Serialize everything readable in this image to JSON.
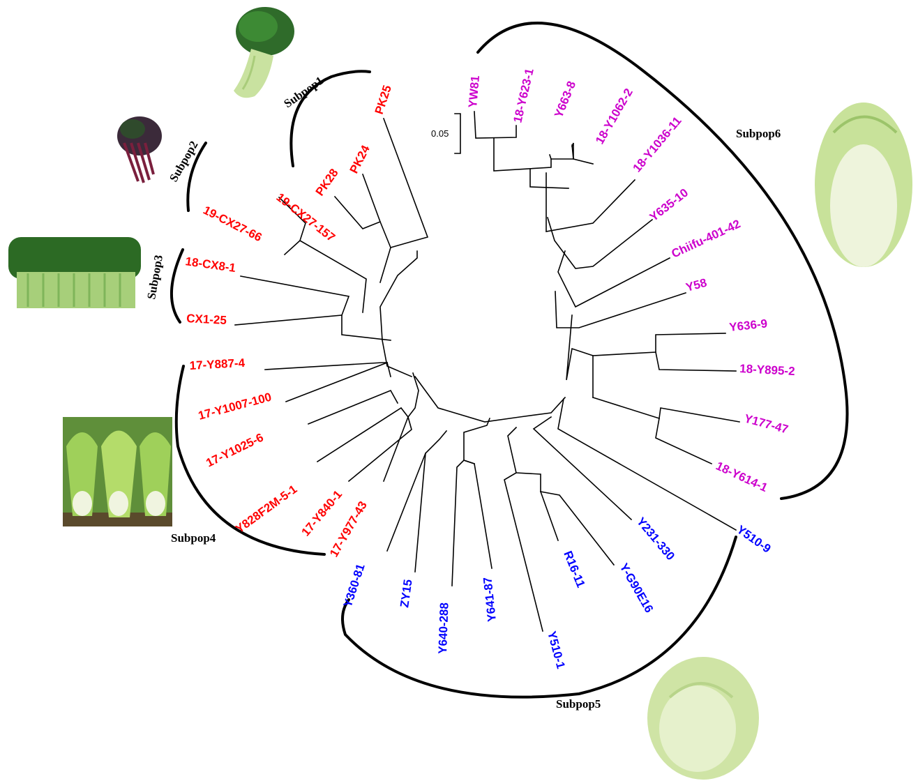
{
  "colors": {
    "subpop1_4": "#ff0000",
    "subpop5": "#0000ff",
    "subpop6": "#cc00cc",
    "branch": "#000000",
    "background": "#ffffff"
  },
  "scale_bar": {
    "label": "0.05"
  },
  "subpopulations": [
    {
      "id": "s1",
      "label": "Subpop1",
      "color": "#ff0000"
    },
    {
      "id": "s2",
      "label": "Subpop2",
      "color": "#ff0000"
    },
    {
      "id": "s3",
      "label": "Subpop3",
      "color": "#ff0000"
    },
    {
      "id": "s4",
      "label": "Subpop4",
      "color": "#ff0000"
    },
    {
      "id": "s5",
      "label": "Subpop5",
      "color": "#0000ff"
    },
    {
      "id": "s6",
      "label": "Subpop6",
      "color": "#cc00cc"
    }
  ],
  "leaves": [
    {
      "label": "PK25",
      "subpop": "Subpop1"
    },
    {
      "label": "PK24",
      "subpop": "Subpop1"
    },
    {
      "label": "PK28",
      "subpop": "Subpop1"
    },
    {
      "label": "19-CX27-157",
      "subpop": "Subpop2"
    },
    {
      "label": "19-CX27-66",
      "subpop": "Subpop2"
    },
    {
      "label": "18-CX8-1",
      "subpop": "Subpop3"
    },
    {
      "label": "CX1-25",
      "subpop": "Subpop3"
    },
    {
      "label": "17-Y887-4",
      "subpop": "Subpop4"
    },
    {
      "label": "17-Y1007-100",
      "subpop": "Subpop4"
    },
    {
      "label": "17-Y1025-6",
      "subpop": "Subpop4"
    },
    {
      "label": "Y828F2M-5-1",
      "subpop": "Subpop4"
    },
    {
      "label": "17-Y840-1",
      "subpop": "Subpop4"
    },
    {
      "label": "17-Y977-43",
      "subpop": "Subpop4"
    },
    {
      "label": "Y360-81",
      "subpop": "Subpop5"
    },
    {
      "label": "ZY15",
      "subpop": "Subpop5"
    },
    {
      "label": "Y640-288",
      "subpop": "Subpop5"
    },
    {
      "label": "Y641-87",
      "subpop": "Subpop5"
    },
    {
      "label": "Y510-1",
      "subpop": "Subpop5"
    },
    {
      "label": "R16-11",
      "subpop": "Subpop5"
    },
    {
      "label": "Y-G90E16",
      "subpop": "Subpop5"
    },
    {
      "label": "Y231-330",
      "subpop": "Subpop5"
    },
    {
      "label": "Y510-9",
      "subpop": "Subpop5"
    },
    {
      "label": "18-Y614-1",
      "subpop": "Subpop6"
    },
    {
      "label": "Y177-47",
      "subpop": "Subpop6"
    },
    {
      "label": "18-Y895-2",
      "subpop": "Subpop6"
    },
    {
      "label": "Y636-9",
      "subpop": "Subpop6"
    },
    {
      "label": "Y58",
      "subpop": "Subpop6"
    },
    {
      "label": "Chiifu-401-42",
      "subpop": "Subpop6"
    },
    {
      "label": "Y635-10",
      "subpop": "Subpop6"
    },
    {
      "label": "18-Y1036-11",
      "subpop": "Subpop6"
    },
    {
      "label": "18-Y1062-2",
      "subpop": "Subpop6"
    },
    {
      "label": "Y663-8",
      "subpop": "Subpop6"
    },
    {
      "label": "18-Y623-1",
      "subpop": "Subpop6"
    },
    {
      "label": "YW81",
      "subpop": "Subpop6"
    }
  ],
  "photos": [
    {
      "name": "pak-choi-photo",
      "subpop": "Subpop1"
    },
    {
      "name": "purple-choy-sum-photo",
      "subpop": "Subpop2"
    },
    {
      "name": "choy-sum-bundle-photo",
      "subpop": "Subpop3"
    },
    {
      "name": "open-head-cabbage-photo",
      "subpop": "Subpop4"
    },
    {
      "name": "round-head-cabbage-photo",
      "subpop": "Subpop5"
    },
    {
      "name": "tall-head-cabbage-photo",
      "subpop": "Subpop6"
    }
  ]
}
